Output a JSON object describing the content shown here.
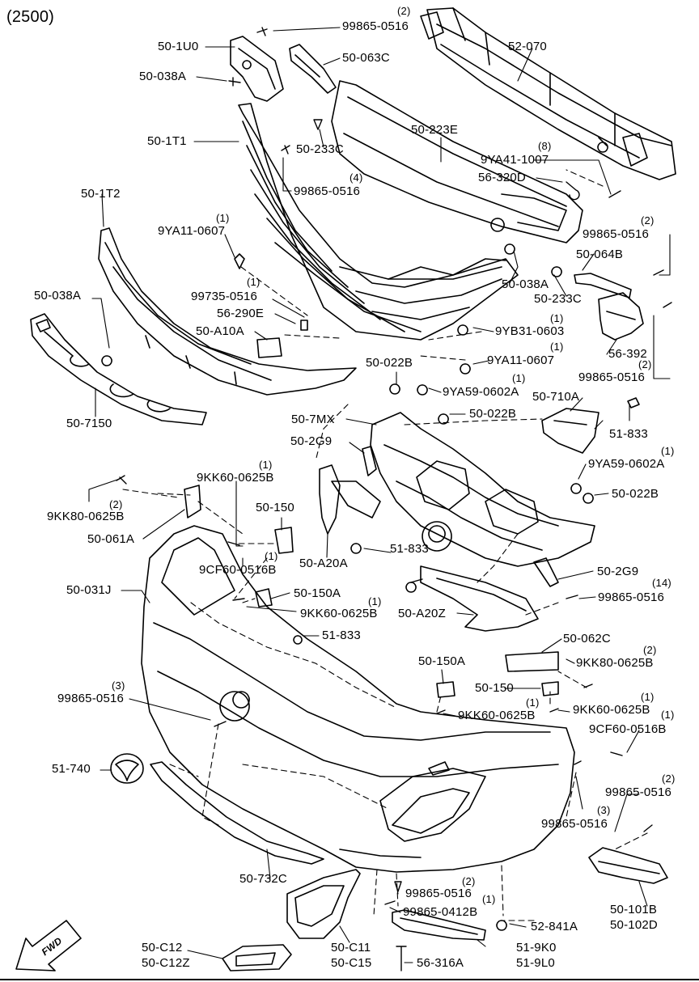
{
  "diagram": {
    "title": "(2500)",
    "fwd_marker": "FWD",
    "labels": {
      "l_99865_0516_top": "99865-0516",
      "l_q2_a": "(2)",
      "l_50_1U0": "50-1U0",
      "l_52_070": "52-070",
      "l_50_063C": "50-063C",
      "l_50_038A_top": "50-038A",
      "l_50_223E": "50-223E",
      "l_50_1T1": "50-1T1",
      "l_50_233C_top": "50-233C",
      "l_q8": "(8)",
      "l_9YA41_1007": "9YA41-1007",
      "l_56_320D": "56-320D",
      "l_q4": "(4)",
      "l_99865_0516_b": "99865-0516",
      "l_50_1T2": "50-1T2",
      "l_q1_a": "(1)",
      "l_9YA11_0607_a": "9YA11-0607",
      "l_q2_b": "(2)",
      "l_99865_0516_c": "99865-0516",
      "l_50_064B": "50-064B",
      "l_50_038A_mid": "50-038A",
      "l_50_233C_mid": "50-233C",
      "l_q1_b": "(1)",
      "l_99735_0516": "99735-0516",
      "l_50_038A_left": "50-038A",
      "l_56_290E": "56-290E",
      "l_50_A10A": "50-A10A",
      "l_q1_c": "(1)",
      "l_9YB31_0603": "9YB31-0603",
      "l_56_392": "56-392",
      "l_q1_d": "(1)",
      "l_9YA11_0607_b": "9YA11-0607",
      "l_q2_c": "(2)",
      "l_99865_0516_d": "99865-0516",
      "l_50_022B_a": "50-022B",
      "l_q1_e": "(1)",
      "l_9YA59_0602A_a": "9YA59-0602A",
      "l_50_710A": "50-710A",
      "l_50_7150": "50-7150",
      "l_50_7MX": "50-7MX",
      "l_50_022B_b": "50-022B",
      "l_51_833_a": "51-833",
      "l_50_2G9_a": "50-2G9",
      "l_q1_f": "(1)",
      "l_9YA59_0602A_b": "9YA59-0602A",
      "l_q1_g": "(1)",
      "l_9KK60_0625B_a": "9KK60-0625B",
      "l_50_022B_c": "50-022B",
      "l_q2_d": "(2)",
      "l_9KK80_0625B_a": "9KK80-0625B",
      "l_50_150_a": "50-150",
      "l_50_061A": "50-061A",
      "l_51_833_b": "51-833",
      "l_q1_h": "(1)",
      "l_9CF60_0516B_a": "9CF60-0516B",
      "l_50_A20A": "50-A20A",
      "l_50_2G9_b": "50-2G9",
      "l_50_031J": "50-031J",
      "l_50_150A_a": "50-150A",
      "l_q14": "(14)",
      "l_99865_0516_e": "99865-0516",
      "l_q1_i": "(1)",
      "l_9KK60_0625B_b": "9KK60-0625B",
      "l_50_A20Z": "50-A20Z",
      "l_51_833_c": "51-833",
      "l_50_062C": "50-062C",
      "l_q2_e": "(2)",
      "l_9KK80_0625B_b": "9KK80-0625B",
      "l_50_150A_b": "50-150A",
      "l_q3_a": "(3)",
      "l_99865_0516_f": "99865-0516",
      "l_50_150_b": "50-150",
      "l_q1_j": "(1)",
      "l_9KK60_0625B_c": "9KK60-0625B",
      "l_q1_k": "(1)",
      "l_9KK60_0625B_d": "9KK60-0625B",
      "l_q1_l": "(1)",
      "l_9CF60_0516B_b": "9CF60-0516B",
      "l_51_740": "51-740",
      "l_q2_f": "(2)",
      "l_99865_0516_g": "99865-0516",
      "l_q3_b": "(3)",
      "l_99865_0516_h": "99865-0516",
      "l_50_732C": "50-732C",
      "l_q2_g": "(2)",
      "l_99865_0516_i": "99865-0516",
      "l_q1_m": "(1)",
      "l_99865_0412B": "99865-0412B",
      "l_50_101B": "50-101B",
      "l_50_102D": "50-102D",
      "l_52_841A": "52-841A",
      "l_50_C12": "50-C12",
      "l_50_C12Z": "50-C12Z",
      "l_50_C11": "50-C11",
      "l_50_C15": "50-C15",
      "l_51_9K0": "51-9K0",
      "l_51_9L0": "51-9L0",
      "l_56_316A": "56-316A"
    }
  }
}
